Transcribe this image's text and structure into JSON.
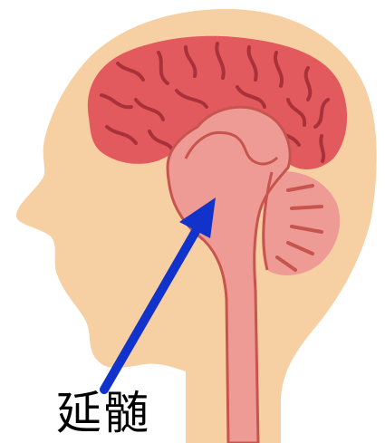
{
  "diagram": {
    "label": "延髄",
    "colors": {
      "skin": "#F6CFA3",
      "cerebrum": "#E25A5E",
      "cerebrum_lines": "#A9323A",
      "brainstem": "#EE9A95",
      "brainstem_outline": "#C8544E",
      "cerebellum": "#EE9A95",
      "arrow": "#1133CC",
      "label_text": "#000000"
    },
    "icons": {
      "head": "head-silhouette",
      "cerebrum": "cerebrum",
      "cerebellum": "cerebellum",
      "brainstem": "brainstem",
      "pointer": "arrow-pointer"
    }
  }
}
